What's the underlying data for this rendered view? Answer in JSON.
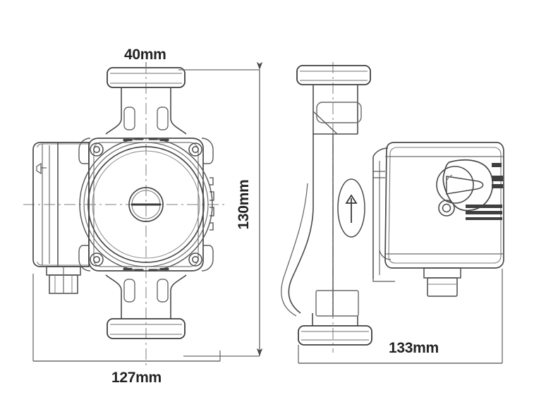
{
  "drawing": {
    "title": "circulation-pump-dimensioned-drawing",
    "background_color": "#ffffff",
    "line_color": "#4a4a4a",
    "line_color_dark": "#3a3a3a",
    "dim_line_color": "#6b6b6b",
    "text_color": "#232323",
    "centerline_color": "#8a8a8a"
  },
  "dimensions": {
    "top": "40mm",
    "right": "130mm",
    "bottom": "127mm",
    "side_bottom": "133mm"
  },
  "views": {
    "front": {
      "name": "front-view",
      "label": "front elevation of circulation pump"
    },
    "side": {
      "name": "side-view",
      "label": "side elevation of circulation pump"
    }
  },
  "features": {
    "flange_top": "top-pipe-flange",
    "flange_bottom": "bottom-pipe-flange",
    "motor_housing": "round-motor-housing",
    "center_screw": "center-vent-screw",
    "bolts": "housing-bolt",
    "terminal_box": "terminal-box",
    "cable_gland": "cable-gland",
    "speed_selector": "speed-selector-knob",
    "indicator_leds": "indicator-led-strip",
    "flow_arrow": "flow-direction-arrow"
  }
}
